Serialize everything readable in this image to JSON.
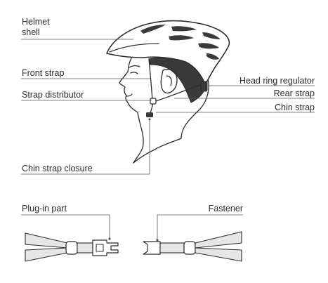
{
  "labels": {
    "helmet_shell_1": "Helmet",
    "helmet_shell_2": "shell",
    "front_strap": "Front strap",
    "strap_distributor": "Strap distributor",
    "head_ring_regulator": "Head ring regulator",
    "rear_strap": "Rear strap",
    "chin_strap": "Chin strap",
    "chin_strap_closure": "Chin strap closure",
    "plug_in_part": "Plug-in part",
    "fastener": "Fastener"
  },
  "colors": {
    "ink": "#2b2b2b",
    "strap_fill": "#e6e6e6",
    "helmet_fill": "#ffffff",
    "hair_fill": "#3a3a3a"
  }
}
